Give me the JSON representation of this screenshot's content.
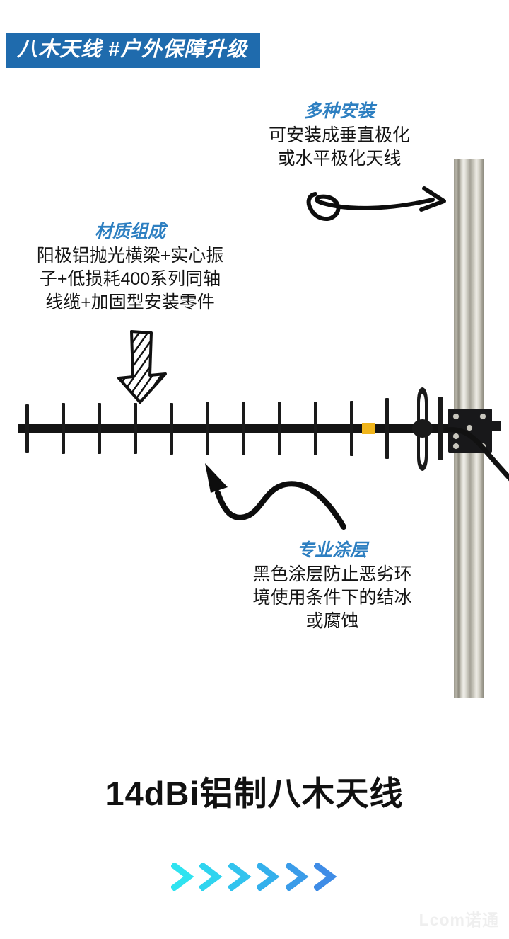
{
  "banner": {
    "text": "八木天线 #户外保障升级",
    "bg_color": "#1f6bad",
    "text_color": "#ffffff"
  },
  "annotations": [
    {
      "id": "mount",
      "title": "多种安装",
      "body": "可安装成垂直极化或水平极化天线",
      "body_lines": [
        "可安装成垂直极化",
        "或水平极化天线"
      ],
      "title_color": "#2d7fc1"
    },
    {
      "id": "material",
      "title": "材质组成",
      "body": "阳极铝抛光横梁+实心振子+低损耗400系列同轴线缆+加固型安装零件",
      "body_lines": [
        "阳极铝抛光横梁+实心振",
        "子+低损耗400系列同轴",
        "线缆+加固型安装零件"
      ],
      "title_color": "#2d7fc1"
    },
    {
      "id": "coating",
      "title": "专业涂层",
      "body": "黑色涂层防止恶劣环境使用条件下的结冰或腐蚀",
      "body_lines": [
        "黑色涂层防止恶劣环",
        "境使用条件下的结冰",
        "或腐蚀"
      ],
      "title_color": "#2d7fc1"
    }
  ],
  "product": {
    "caption": "14dBi铝制八木天线",
    "director_count": 11,
    "boom_color": "#141414",
    "mast_color": "#c9c7bd",
    "marker_color": "#f0b51c"
  },
  "chevrons": {
    "count": 6,
    "colors": [
      "#2fe3f0",
      "#2fd4ef",
      "#32c3ee",
      "#34b0ec",
      "#3a9ce9",
      "#3f8ce6"
    ]
  },
  "watermark": {
    "text": "Lcom诺通",
    "color": "#efefef"
  }
}
